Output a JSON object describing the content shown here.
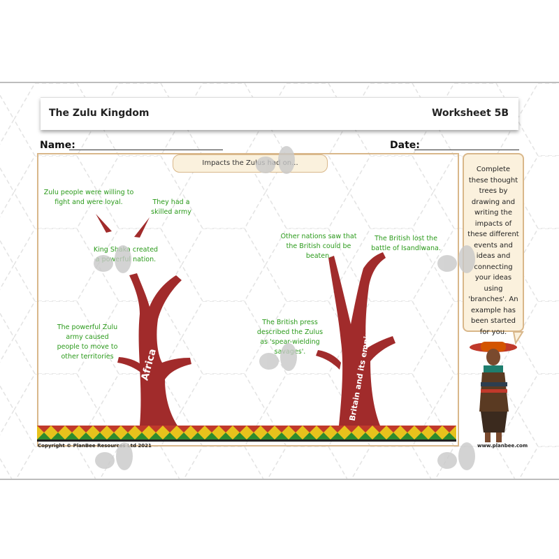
{
  "header": {
    "title": "The Zulu Kingdom",
    "worksheet": "Worksheet 5B"
  },
  "form": {
    "name_label": "Name:",
    "date_label": "Date:"
  },
  "impacts_label": "Impacts the Zulus had on...",
  "instructions": "Complete these thought trees by drawing and writing the impacts of these different events and ideas and connecting your ideas using 'branches'. An example has been started for you.",
  "notes": {
    "zulu_loyal": "Zulu people were willing to fight and were loyal.",
    "skilled_army": "They had a skilled army",
    "king_shaka": "King Shaka created a powerful nation.",
    "powerful_army": "The powerful Zulu army caused people to move to other territories",
    "other_nations": "Other nations saw that the British could be beaten.",
    "british_lost": "The British lost the battle of Isandlwana.",
    "british_press": "The British press described the Zulus as 'spear-wielding savages'."
  },
  "trees": {
    "africa_label": "Africa",
    "britain_label": "Britain and its empire"
  },
  "footer": {
    "copyright": "Copyright © PlanBee Resources Ltd 2021",
    "website": "www.planbee.com"
  },
  "colors": {
    "trunk": "#a12b2b",
    "frame": "#d9b78a",
    "note_text": "#2a9a1a"
  }
}
